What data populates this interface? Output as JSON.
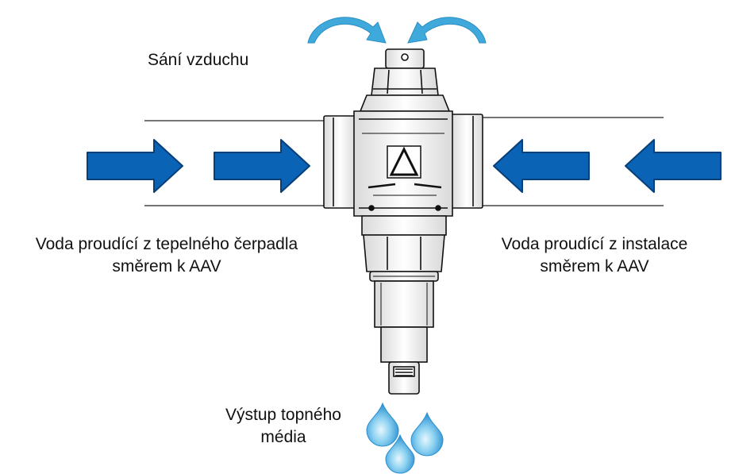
{
  "labels": {
    "air_intake": "Sání vzduchu",
    "left_inflow": {
      "line1": "Voda proudící z tepelného čerpadla",
      "line2": "směrem k AAV"
    },
    "right_inflow": {
      "line1": "Voda proudící z instalace",
      "line2": "směrem k AAV"
    },
    "outlet": {
      "line1": "Výstup topného",
      "line2": "média"
    }
  },
  "icons": {
    "flow_arrow": "right-arrow-icon",
    "air_arrow": "curved-arrow-icon",
    "drop": "water-drop-icon",
    "valve": "valve-icon",
    "logo": "brand-logo-icon"
  },
  "colors": {
    "flow_arrow_fill": "#0b63b6",
    "flow_arrow_stroke": "#073f78",
    "air_arrow": "#3fa9dc",
    "drop_light": "#8fd3f2",
    "drop_dark": "#2a8fcf",
    "outline": "#111111"
  }
}
